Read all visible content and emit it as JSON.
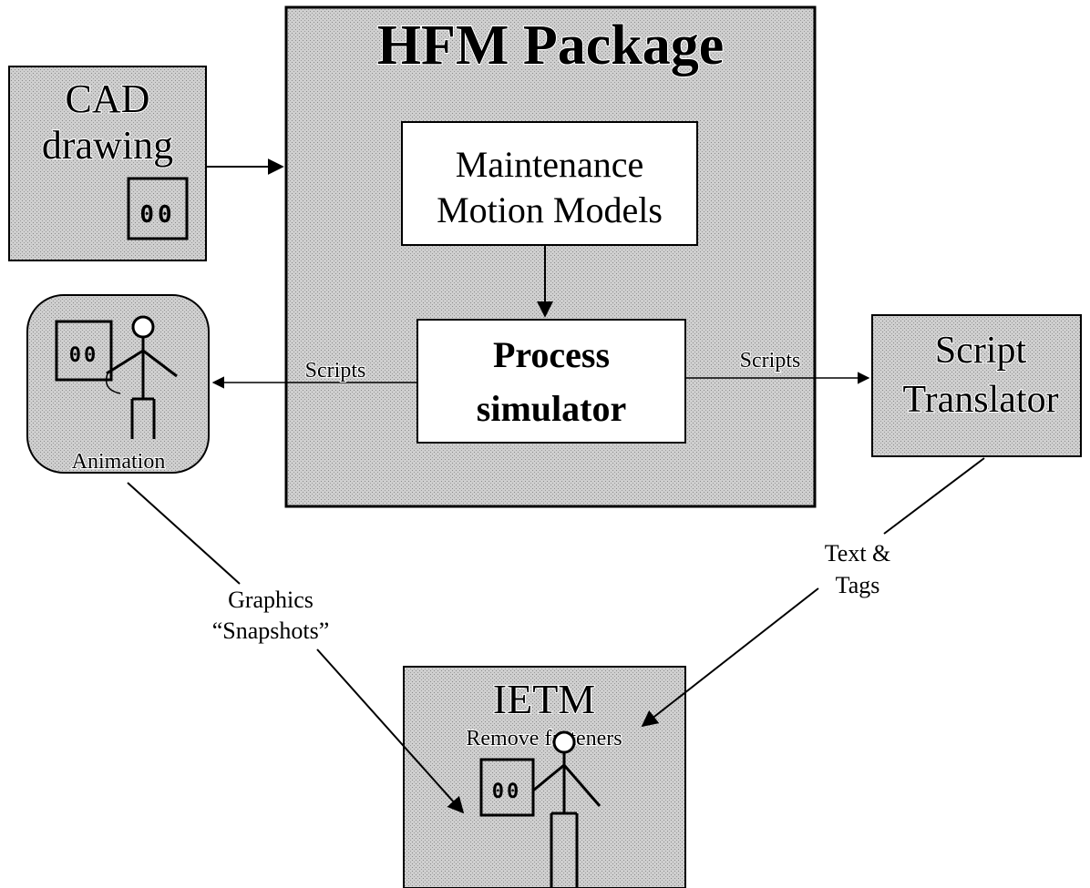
{
  "colors": {
    "shaded_fill": "#c4c4c4",
    "stroke": "#000000",
    "white_box": "#ffffff"
  },
  "hfm_package": {
    "title": "HFM Package"
  },
  "cad_drawing": {
    "line1": "CAD",
    "line2": "drawing",
    "icon": "cad-part-icon"
  },
  "maintenance_models": {
    "line1": "Maintenance",
    "line2": "Motion Models"
  },
  "process_simulator": {
    "line1": "Process",
    "line2": "simulator"
  },
  "script_translator": {
    "line1": "Script",
    "line2": "Translator"
  },
  "animation": {
    "label": "Animation",
    "icon": "stick-figure-icon"
  },
  "ietm": {
    "title": "IETM",
    "subtitle": "Remove fasteners",
    "icon": "stick-figure-icon"
  },
  "edges": {
    "scripts_left": "Scripts",
    "scripts_right": "Scripts",
    "graphics_line1": "Graphics",
    "graphics_line2": "“Snapshots”",
    "text_tags_line1": "Text &",
    "text_tags_line2": "Tags"
  }
}
